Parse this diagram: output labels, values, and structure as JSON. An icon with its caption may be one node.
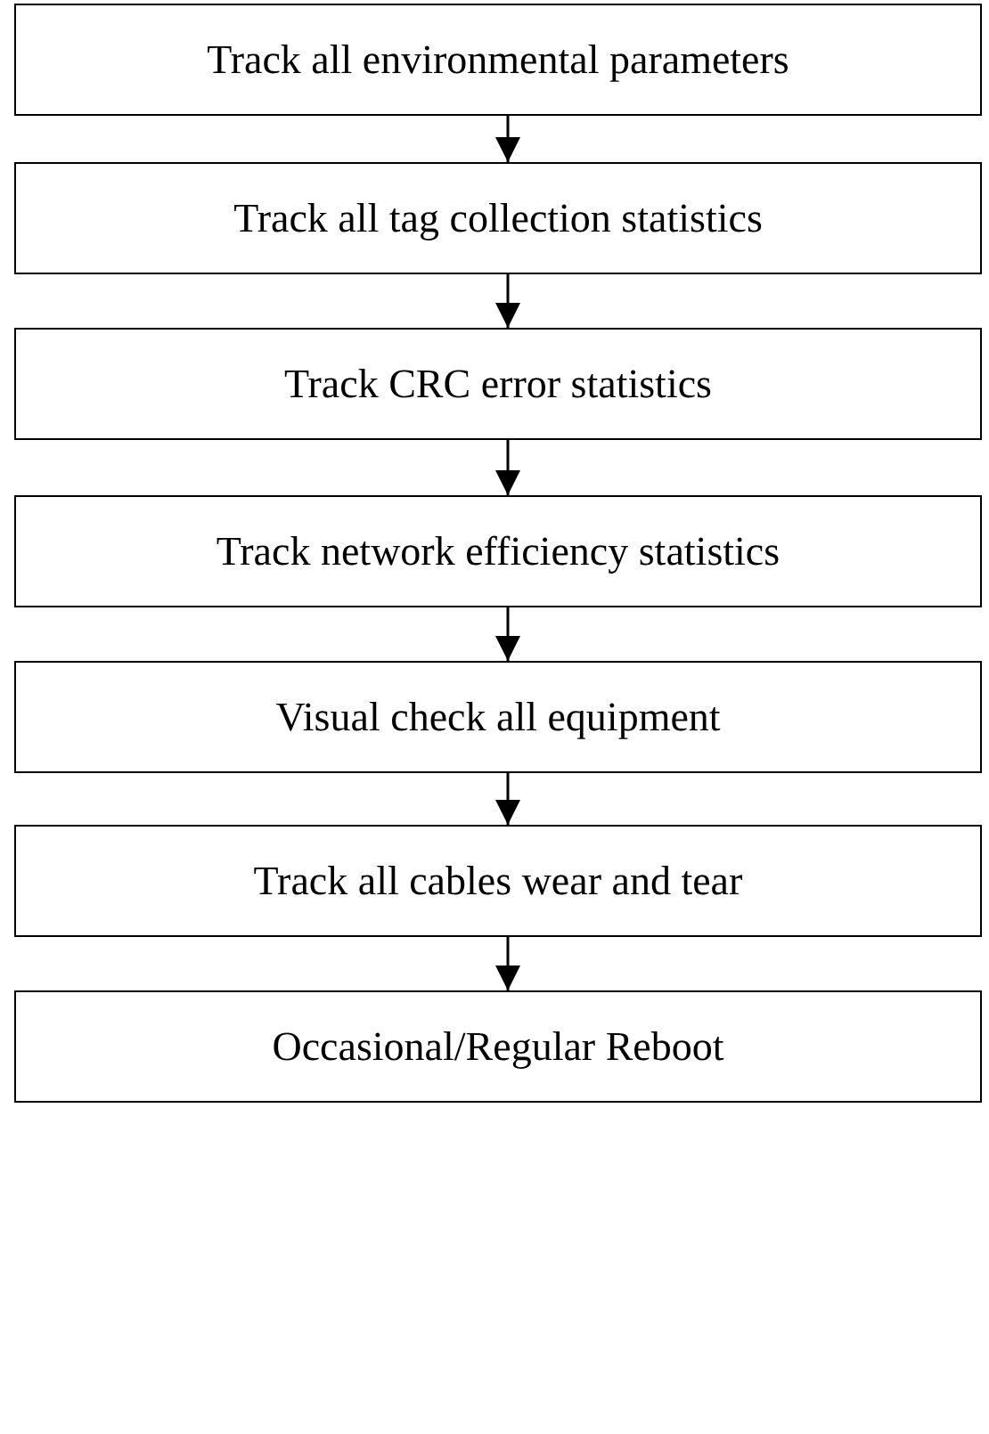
{
  "diagram": {
    "nodes": [
      {
        "text": [
          "Track all environmental parameters"
        ]
      },
      {
        "text": [
          "Track all tag collection statistics"
        ]
      },
      {
        "text": [
          "Track CRC error statistics"
        ]
      },
      {
        "text": [
          "Track network efficiency statistics"
        ]
      },
      {
        "text": [
          "Visual check all equipment"
        ]
      },
      {
        "text": [
          "Track all cables wear and tear"
        ]
      },
      {
        "text": [
          "Occasional/Regular Reboot"
        ]
      }
    ],
    "edges": [
      {
        "from": 0,
        "to": 1,
        "arrow": "to"
      },
      {
        "from": 1,
        "to": 2,
        "arrow": "to"
      },
      {
        "from": 2,
        "to": 3,
        "arrow": "to"
      },
      {
        "from": 3,
        "to": 4,
        "arrow": "to"
      },
      {
        "from": 4,
        "to": 5,
        "arrow": "to"
      },
      {
        "from": 5,
        "to": 6,
        "arrow": "to"
      }
    ]
  }
}
